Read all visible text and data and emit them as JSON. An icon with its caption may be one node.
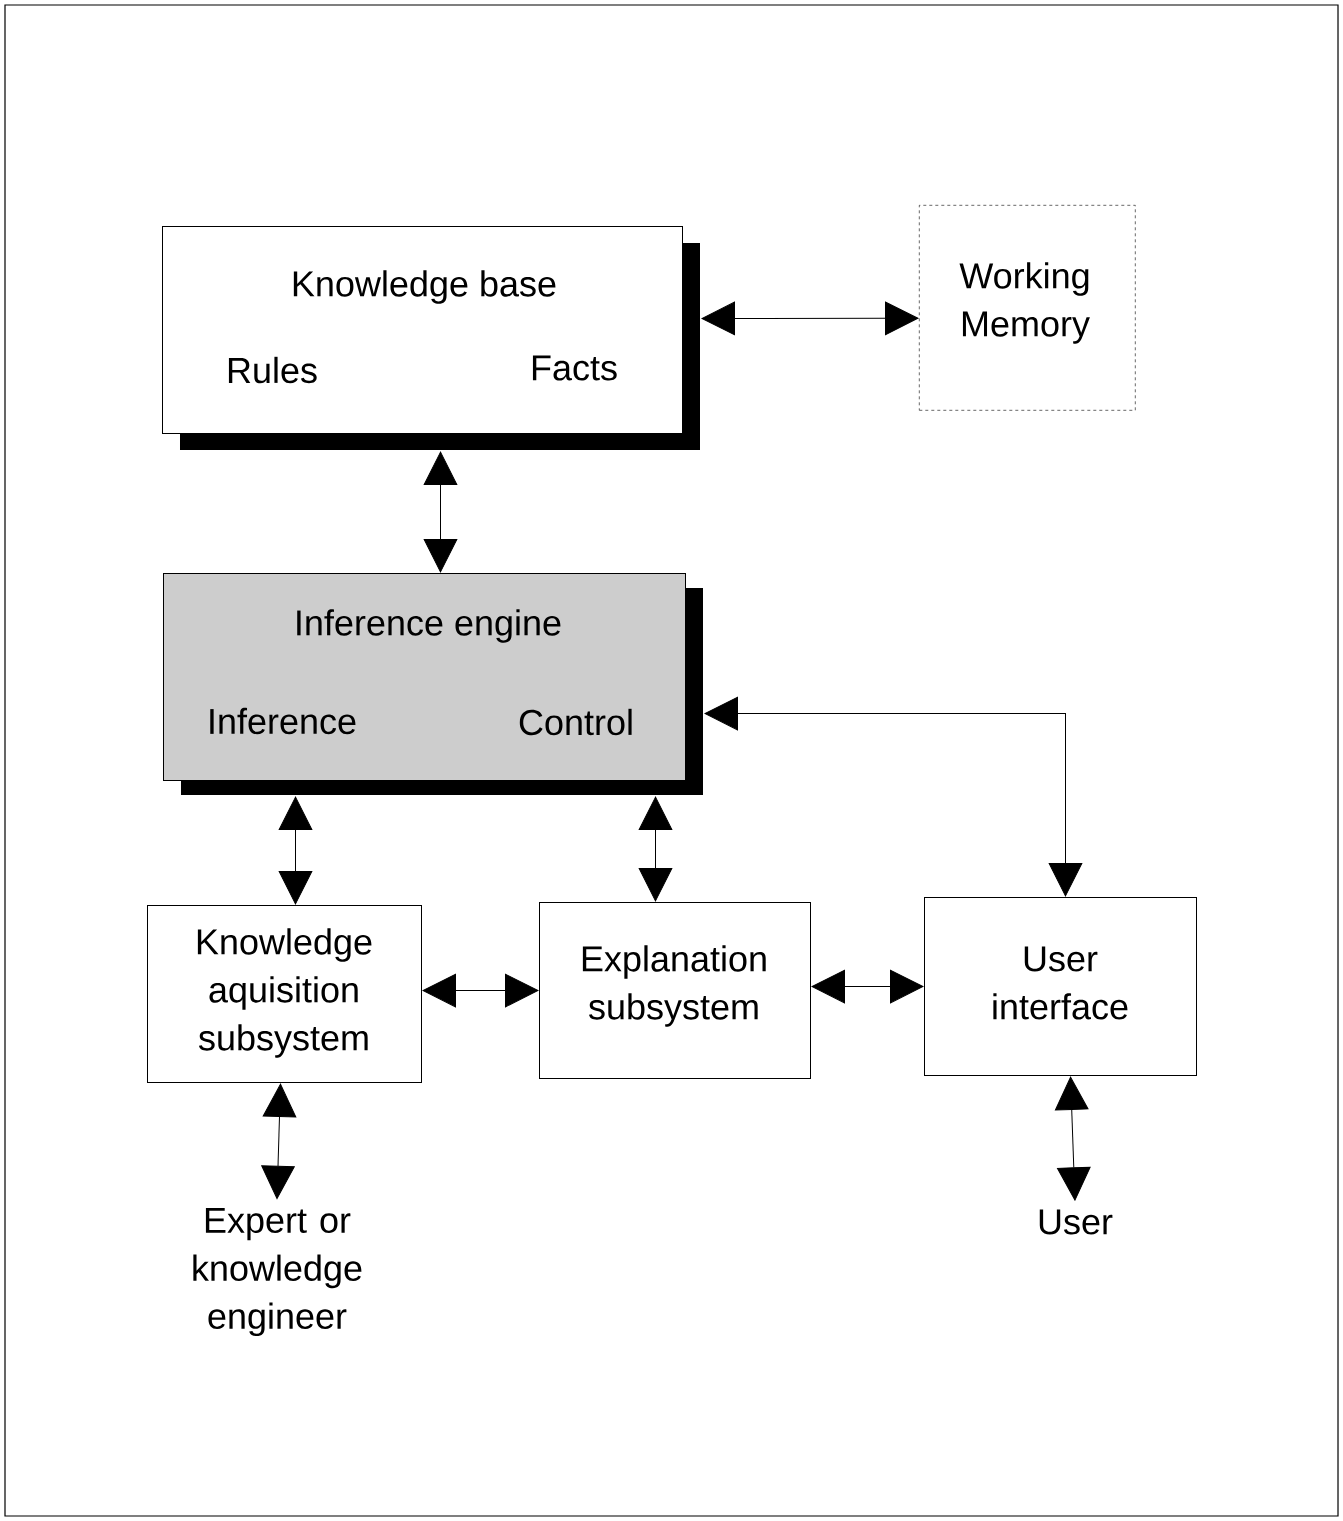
{
  "diagram": {
    "nodes": [
      {
        "text": [
          "Knowledge base",
          "Rules",
          "Facts"
        ]
      },
      {
        "text": [
          "Working Memory"
        ]
      },
      {
        "text": [
          "Inference engine",
          "Inference",
          "Control"
        ]
      },
      {
        "text": [
          "Knowledge aquisition subsystem"
        ]
      },
      {
        "text": [
          "Explanation subsystem"
        ]
      },
      {
        "text": [
          "User interface"
        ]
      },
      {
        "text": [
          "Expert or knowledge engineer"
        ]
      },
      {
        "text": [
          "User"
        ]
      }
    ],
    "edges": [
      {
        "from": 0,
        "to": 1,
        "arrow": "both"
      },
      {
        "from": 0,
        "to": 2,
        "arrow": "both"
      },
      {
        "from": 2,
        "to": 3,
        "arrow": "both"
      },
      {
        "from": 2,
        "to": 4,
        "arrow": "both"
      },
      {
        "from": 2,
        "to": 5,
        "arrow": "both"
      },
      {
        "from": 3,
        "to": 4,
        "arrow": "both"
      },
      {
        "from": 4,
        "to": 5,
        "arrow": "both"
      },
      {
        "from": 3,
        "to": 6,
        "arrow": "both"
      },
      {
        "from": 5,
        "to": 7,
        "arrow": "both"
      }
    ]
  }
}
